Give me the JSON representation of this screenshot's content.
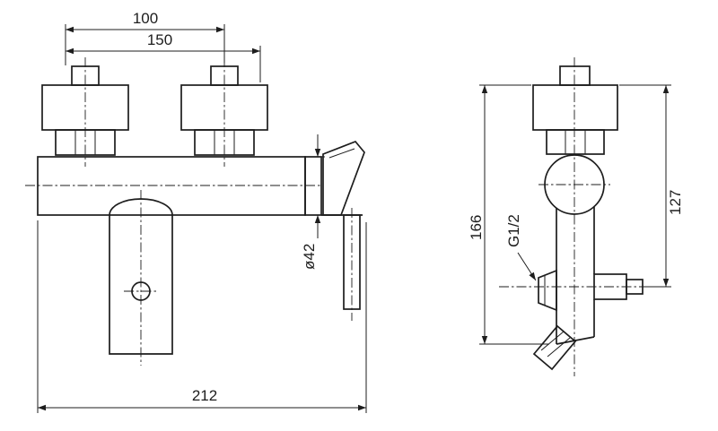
{
  "drawing": {
    "dimensions": {
      "bolt_spacing": "100",
      "mount_spacing": "150",
      "overall_width": "212",
      "body_diameter": "ø42",
      "total_height": "166",
      "outlet_thread": "G1/2",
      "outlet_offset": "127"
    },
    "colors": {
      "line": "#1d1d1d",
      "background": "#ffffff"
    }
  }
}
